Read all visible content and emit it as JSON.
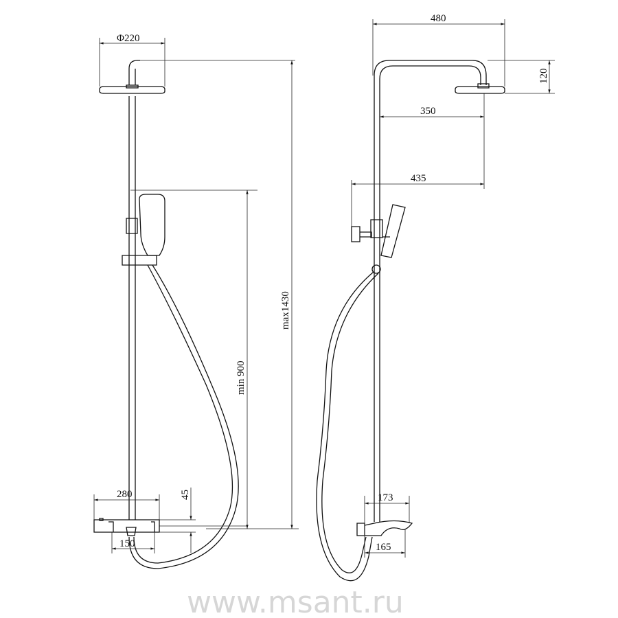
{
  "dimensions": {
    "head_diameter": "Φ220",
    "max_height": "max1430",
    "min_height": "min 900",
    "mixer_width": "280",
    "mixer_centers": "150",
    "mixer_height": "45",
    "arm_reach_total": "480",
    "head_drop": "120",
    "arm_reach": "350",
    "holder_reach": "435",
    "spout_length": "173",
    "spout_depth": "165"
  },
  "watermark": "www.msant.ru"
}
